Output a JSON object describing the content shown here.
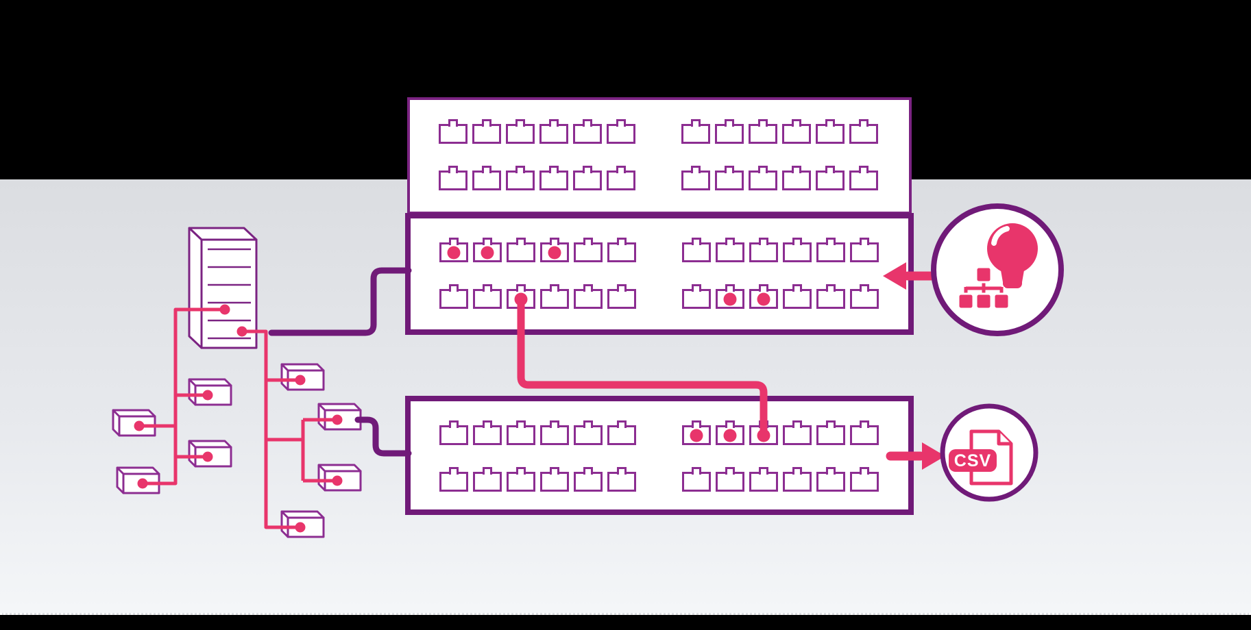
{
  "colors": {
    "black": "#000000",
    "white": "#ffffff",
    "band_top": "#dbdde1",
    "band_mid": "#e7e9ed",
    "band_bottom": "#f4f6f8",
    "purple": "#7b2382",
    "purple_dark": "#701a78",
    "port_purple": "#8c2d91",
    "pink": "#e8356b"
  },
  "panels": [
    {
      "name": "patch-panel-top",
      "ports_per_group": 6,
      "rows": [
        [
          "000000",
          "000000"
        ],
        [
          "000000",
          "000000"
        ]
      ]
    },
    {
      "name": "patch-panel-middle",
      "ports_per_group": 6,
      "rows": [
        [
          "110100",
          "000000"
        ],
        [
          "001000",
          "011000"
        ]
      ]
    },
    {
      "name": "patch-panel-bottom",
      "ports_per_group": 6,
      "rows": [
        [
          "000000",
          "111000"
        ],
        [
          "000000",
          "000000"
        ]
      ]
    }
  ],
  "device_tree": {
    "server_connection_points": 2,
    "left_branch_boxes": 4,
    "right_branch_boxes": 4
  },
  "links": {
    "port_to_port_link": "middle-panel-row2-port3 to bottom-panel-right-row1-port3",
    "server_to_middle_panel": "purple-connector",
    "device_box_to_bottom_panel": "purple-connector"
  },
  "badges": {
    "csv_label": "CSV"
  },
  "icons": {
    "idea_circle": "lightbulb-sitemap-icon",
    "export_circle": "csv-file-icon",
    "arrow_into_middle_panel": "arrow-left-icon",
    "arrow_out_to_csv": "arrow-right-icon"
  }
}
